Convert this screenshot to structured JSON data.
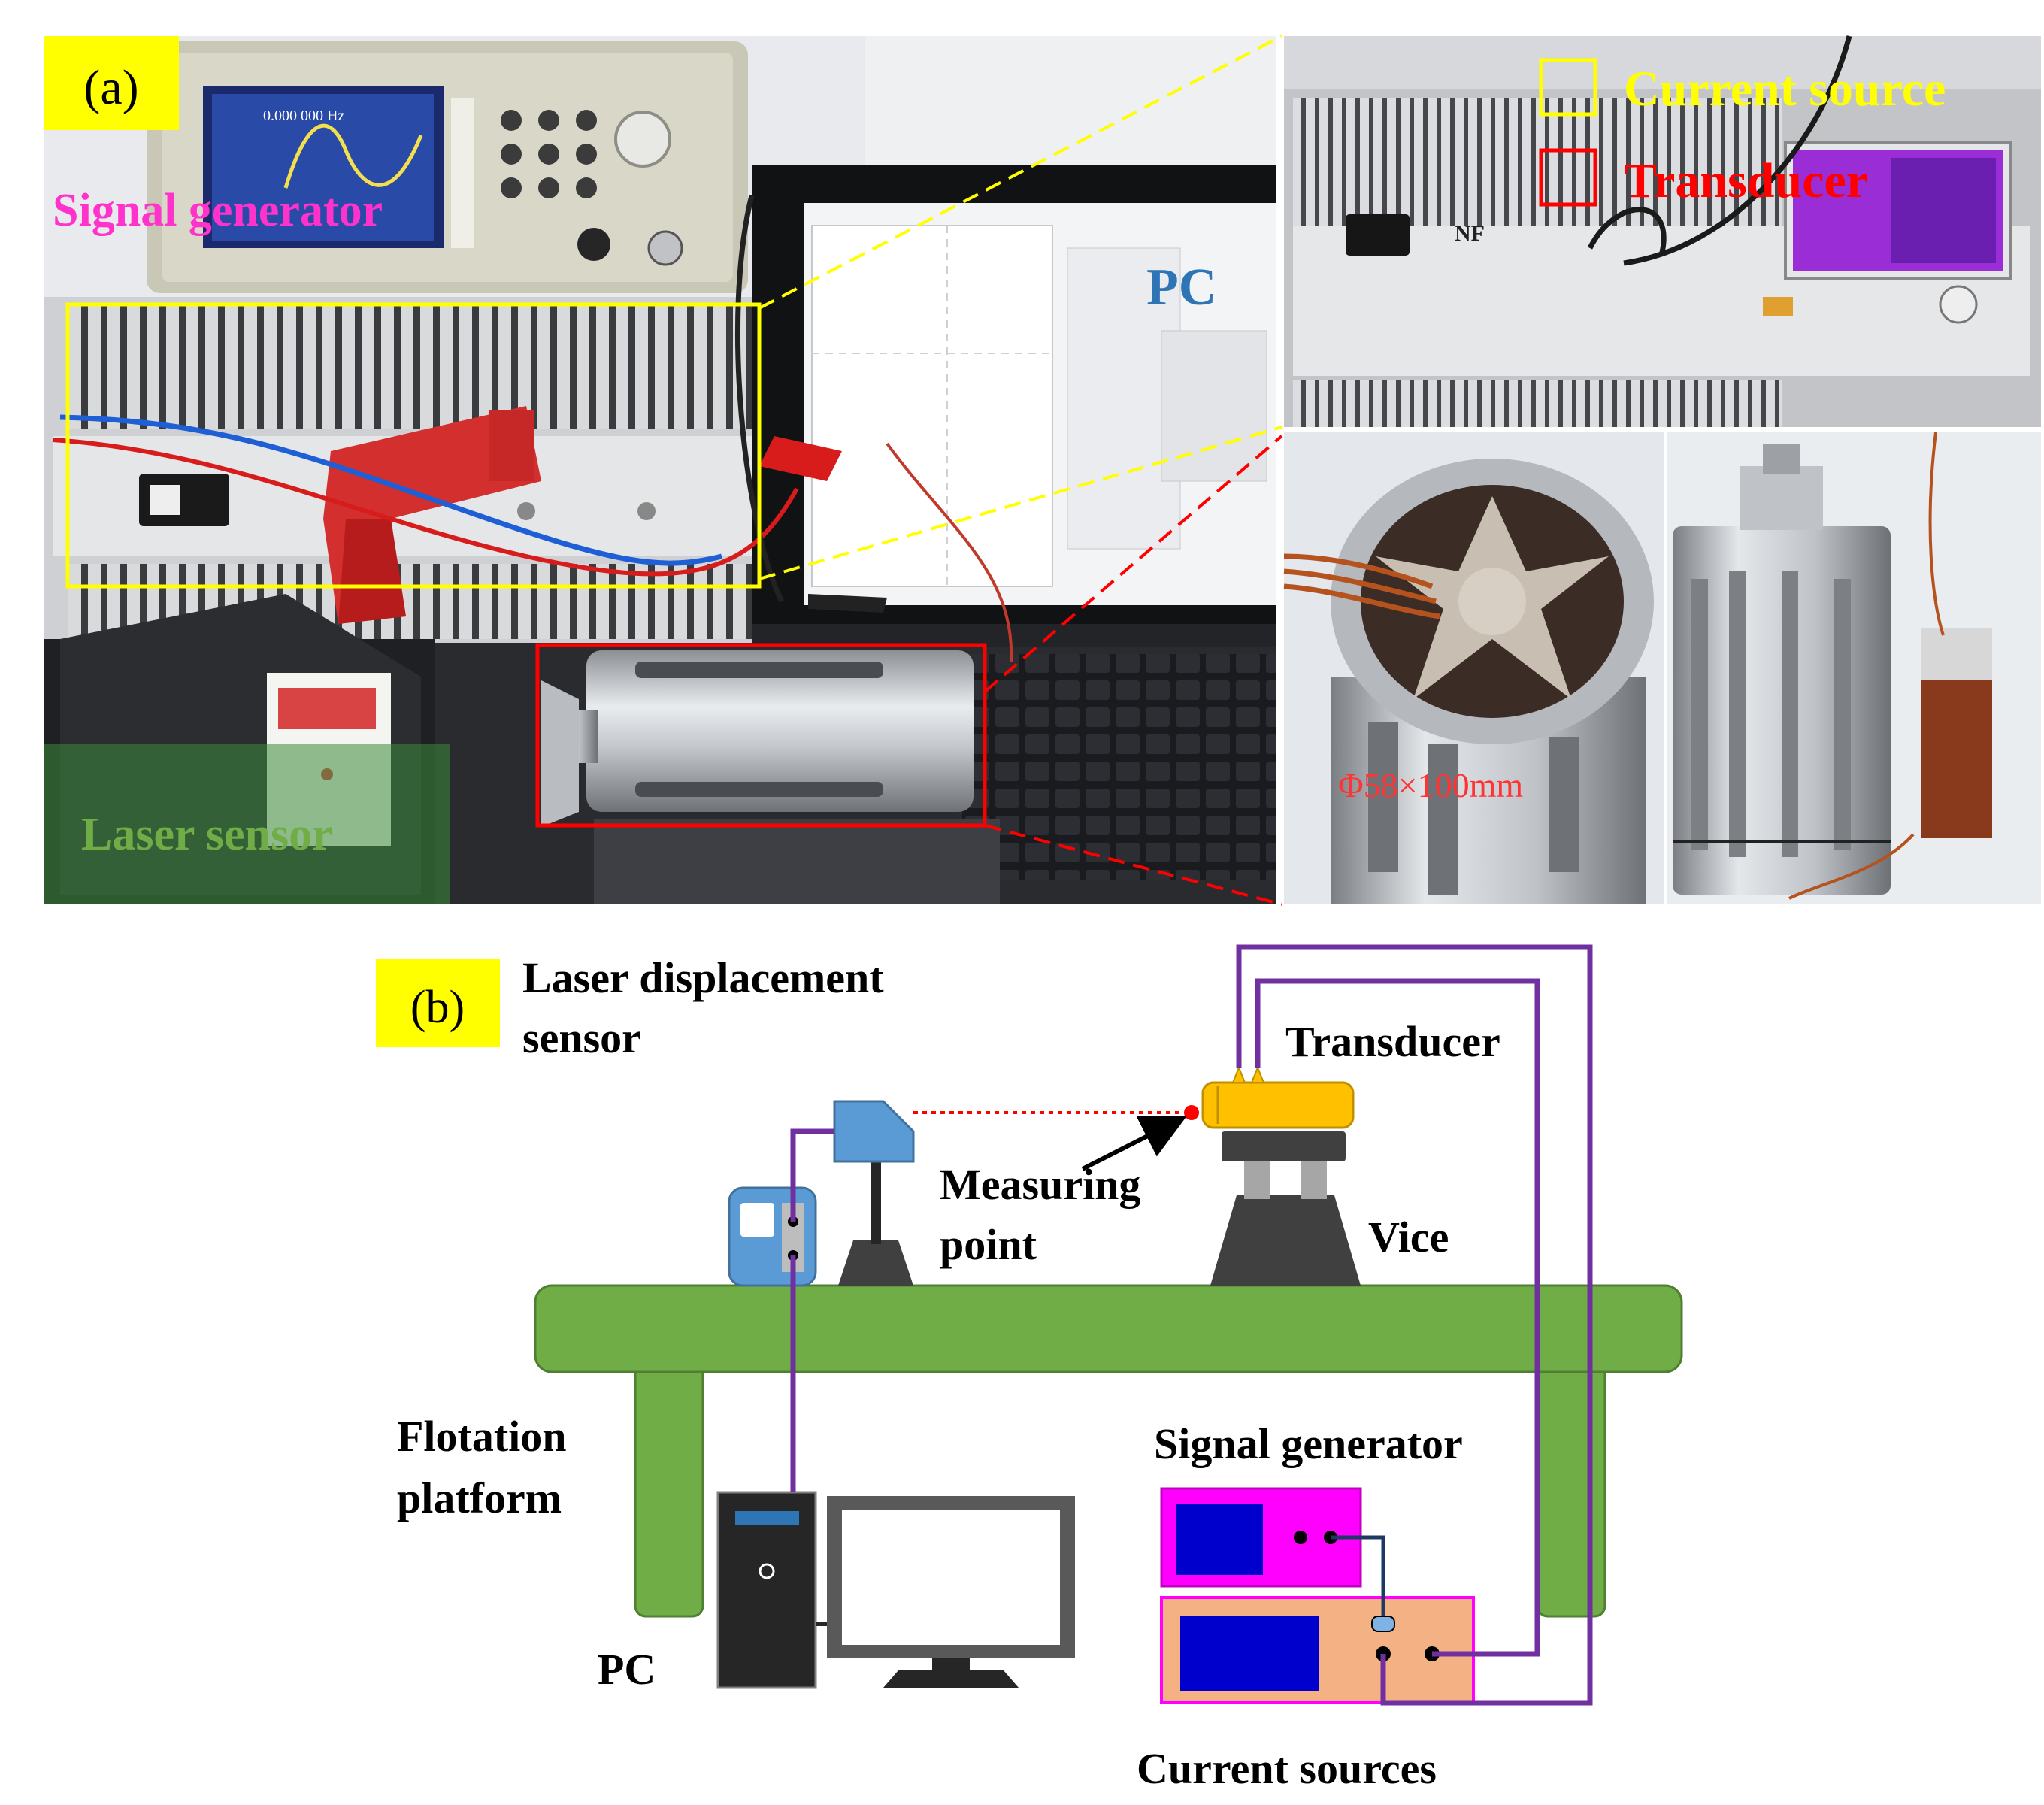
{
  "panel_a": {
    "tag": "(a)",
    "labels": {
      "signal_generator": "Signal generator",
      "pc": "PC",
      "laser_sensor": "Laser sensor",
      "current_source": "Current source",
      "transducer": "Transducer",
      "dimension": "Φ58×100mm"
    },
    "device_text": {
      "generator_readout": "0.000 000 Hz",
      "current_source_brand": "NF"
    },
    "colors": {
      "tag_bg": "#ffff00",
      "signal_generator_label": "#ff33cc",
      "pc_label": "#2e75b6",
      "laser_label": "#70ad47",
      "current_source_box": "#ffff00",
      "transducer_box": "#ff0000"
    }
  },
  "panel_b": {
    "tag": "(b)",
    "labels": {
      "laser_sensor_line1": "Laser displacement",
      "laser_sensor_line2": "sensor",
      "transducer": "Transducer",
      "measuring_line1": "Measuring",
      "measuring_line2": "point",
      "vice": "Vice",
      "platform_line1": "Flotation",
      "platform_line2": "platform",
      "signal_generator": "Signal generator",
      "pc": "PC",
      "current_sources": "Current sources"
    },
    "colors": {
      "platform": "#70ad47",
      "wire": "#7030a0",
      "sensor": "#5b9bd5",
      "transducer": "#ffc000",
      "signal_generator": "#ff00ff",
      "current_source": "#f4b183",
      "screen": "#0000cc",
      "vice": "#404040",
      "laser_beam": "#ff0000"
    }
  }
}
